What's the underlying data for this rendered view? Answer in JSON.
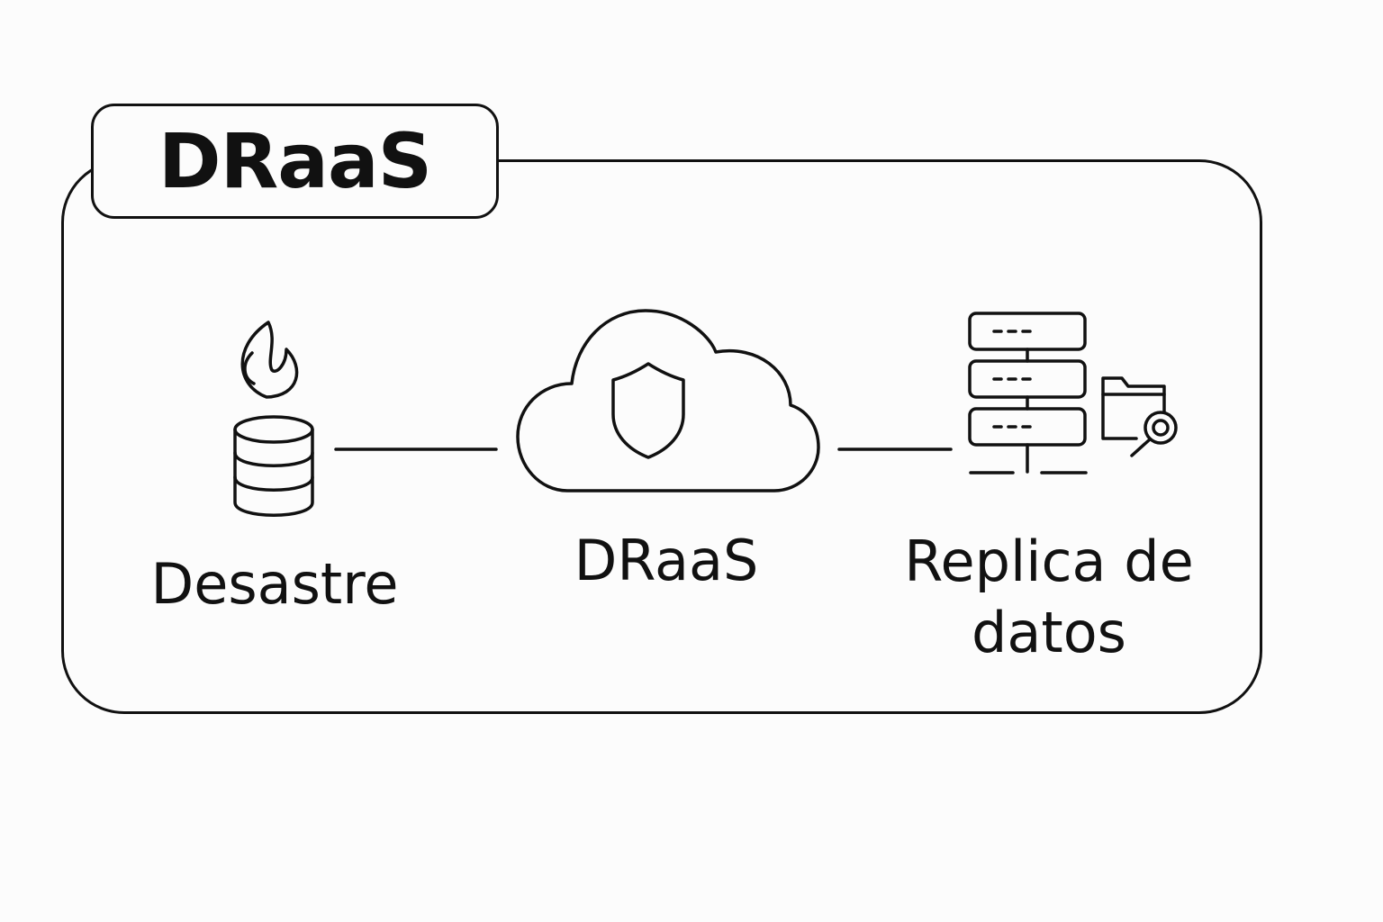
{
  "diagram": {
    "title": "DRaaS",
    "nodes": [
      {
        "id": "desastre",
        "label": "Desastre",
        "icons": [
          "flame-icon",
          "database-icon"
        ]
      },
      {
        "id": "draas",
        "label": "DRaaS",
        "icons": [
          "cloud-icon",
          "shield-icon"
        ]
      },
      {
        "id": "replica",
        "label": "Replica de\ndatos",
        "icons": [
          "server-rack-icon",
          "folder-search-icon"
        ]
      }
    ],
    "edges": [
      {
        "from": "desastre",
        "to": "draas"
      },
      {
        "from": "draas",
        "to": "replica"
      }
    ],
    "colors": {
      "stroke": "#111111",
      "background": "#fcfcfc"
    }
  }
}
